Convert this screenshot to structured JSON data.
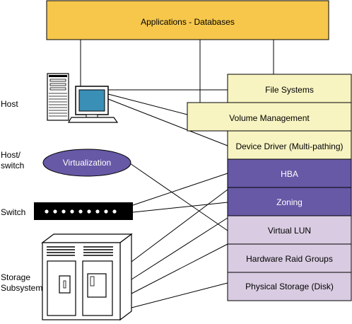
{
  "colors": {
    "applications_fill": "#f6c74b",
    "light_layer_fill": "#f7f4c2",
    "dark_layer_fill": "#6759a6",
    "lavender_layer_fill": "#d9cce2",
    "virtualization_fill": "#6759a6",
    "line": "#000000"
  },
  "icons": {
    "host": "host-computer-icon",
    "switch": "network-switch-icon",
    "storage": "storage-subsystem-icon"
  },
  "applications": {
    "label": "Applications - Databases"
  },
  "layers": {
    "file_systems": "File Systems",
    "volume_management": "Volume Management",
    "device_driver": "Device Driver (Multi-pathing)",
    "hba": "HBA",
    "zoning": "Zoning",
    "virtual_lun": "Virtual LUN",
    "hardware_raid": "Hardware Raid Groups",
    "physical_storage": "Physical Storage (Disk)"
  },
  "left_labels": {
    "host": "Host",
    "host_switch": [
      "Host/",
      "switch"
    ],
    "switch": "Switch",
    "storage": [
      "Storage",
      "Subsystem"
    ]
  },
  "virtualization": {
    "label": "Virtualization"
  }
}
